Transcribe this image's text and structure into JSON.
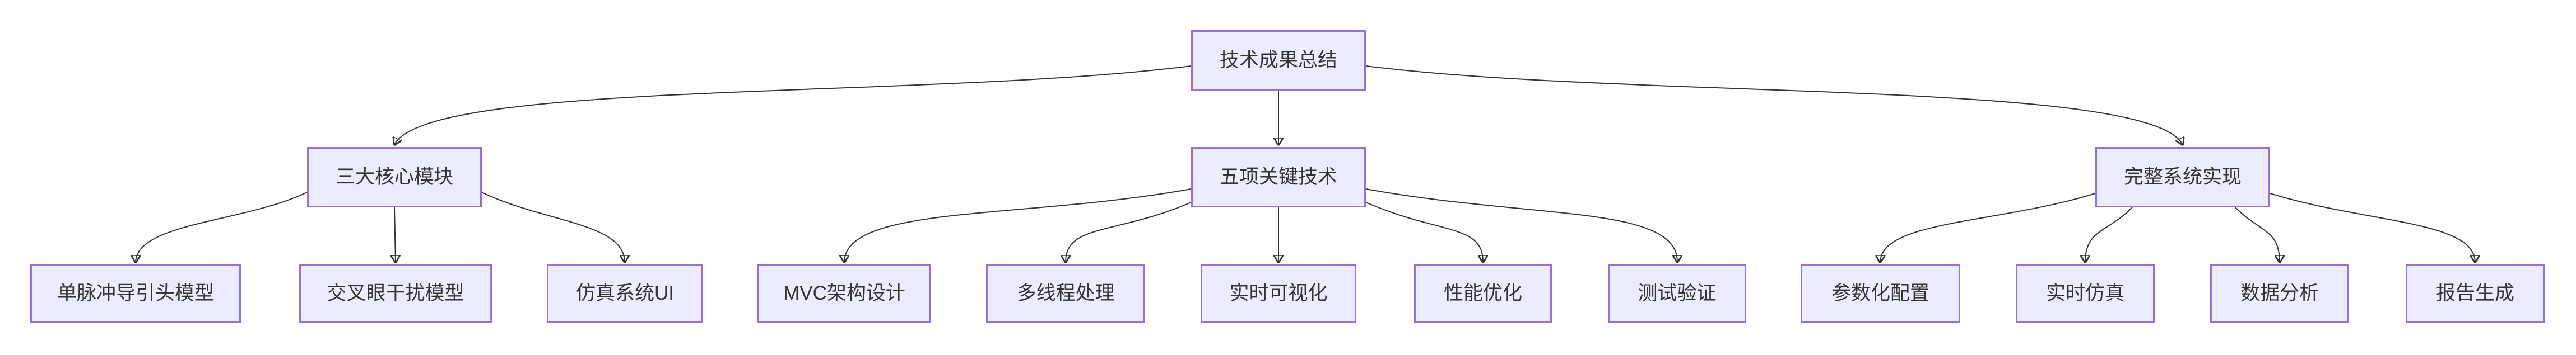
{
  "diagram": {
    "type": "flowchart-top-down",
    "colors": {
      "background": "#ffffff",
      "node_fill": "#ECECFF",
      "node_border": "#9370DB",
      "edge": "#333333",
      "text": "#333333"
    },
    "root": {
      "label": "技术成果总结"
    },
    "branches": [
      {
        "label": "三大核心模块",
        "children": [
          "单脉冲导引头模型",
          "交叉眼干扰模型",
          "仿真系统UI"
        ]
      },
      {
        "label": "五项关键技术",
        "children": [
          "MVC架构设计",
          "多线程处理",
          "实时可视化",
          "性能优化",
          "测试验证"
        ]
      },
      {
        "label": "完整系统实现",
        "children": [
          "参数化配置",
          "实时仿真",
          "数据分析",
          "报告生成"
        ]
      }
    ]
  }
}
